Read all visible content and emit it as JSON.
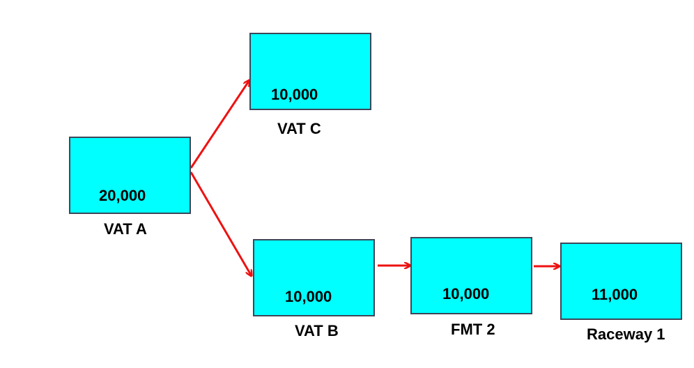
{
  "colors": {
    "box_fill": "#00FFFF",
    "box_border": "#3c4658",
    "arrow": "#EE1111",
    "text": "#000000"
  },
  "nodes": [
    {
      "id": "vat-a",
      "value": "20,000",
      "label": "VAT A"
    },
    {
      "id": "vat-c",
      "value": "10,000",
      "label": "VAT C"
    },
    {
      "id": "vat-b",
      "value": "10,000",
      "label": "VAT B"
    },
    {
      "id": "fmt-2",
      "value": "10,000",
      "label": "FMT 2"
    },
    {
      "id": "raceway-1",
      "value": "11,000",
      "label": "Raceway 1"
    }
  ],
  "edges": [
    {
      "from": "VAT A",
      "to": "VAT C"
    },
    {
      "from": "VAT A",
      "to": "VAT B"
    },
    {
      "from": "VAT B",
      "to": "FMT 2"
    },
    {
      "from": "FMT 2",
      "to": "Raceway 1"
    }
  ]
}
